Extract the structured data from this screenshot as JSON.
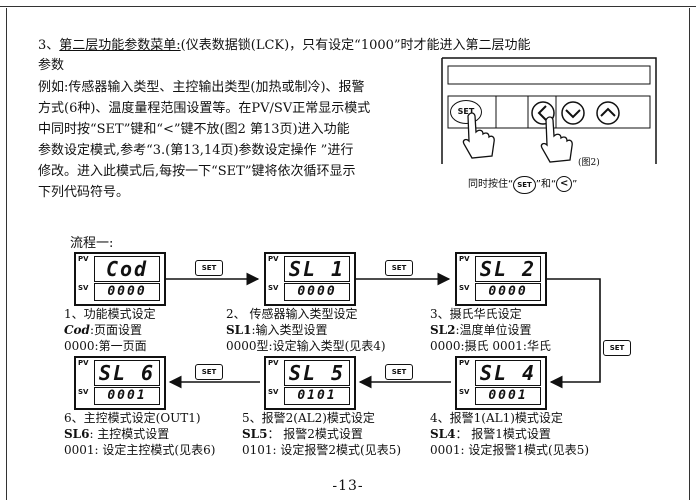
{
  "heading": {
    "number": "3、",
    "title": "第二层功能参数菜单:",
    "rest_line1": "(仪表数据锁(LCK)，只有设定“1000”时才能进入第二层功能",
    "rest_line2": "参数"
  },
  "paragraph_lines": [
    "例如:传感器输入类型、主控输出类型(加热或制冷)、报警",
    "方式(6种)、温度量程范围设置等。在PV/SV正常显示模式",
    "中同时按“SET”键和“<”键不放(图2 第13页)进入功能",
    "参数设定模式,参考“3.(第13,14页)参数设定操作 ”进行",
    "修改。进入此模式后,每按一下“SET”键将依次循环显示",
    "下列代码符号。"
  ],
  "figure": {
    "set_key": "SET",
    "caption": "(图2)",
    "instruction_pre": "同时按住“",
    "instruction_set": "SET",
    "instruction_mid": "”和“",
    "instruction_post": "”"
  },
  "flow": {
    "title": "流程一:",
    "set_label": "SET",
    "pv_tag": "PV",
    "sv_tag": "SV",
    "steps": [
      {
        "pv": "Cod",
        "sv": "0000",
        "l1": "1、功能模式设定",
        "l2_code": "Cod",
        "l2_rest": ":页面设置",
        "l3": "0000:第一页面"
      },
      {
        "pv": "SL 1",
        "sv": "0000",
        "l1": "2、 传感器输入类型设定",
        "l2_code": "SL1",
        "l2_rest": ":输入类型设置",
        "l3": "0000型:设定输入类型(见表4)"
      },
      {
        "pv": "SL 2",
        "sv": "0000",
        "l1": "3、摄氏华氏设定",
        "l2_code": "SL2",
        "l2_rest": ":温度单位设置",
        "l3": "0000:摄氏   0001:华氏"
      },
      {
        "pv": "SL 4",
        "sv": "0001",
        "l1": "4、报警1(AL1)模式设定",
        "l2_code": "SL4",
        "l2_rest": "： 报警1模式设置",
        "l3": "0001: 设定报警1模式(见表5)"
      },
      {
        "pv": "SL 5",
        "sv": "0101",
        "l1": "5、报警2(AL2)模式设定",
        "l2_code": "SL5",
        "l2_rest": "： 报警2模式设置",
        "l3": "0101: 设定报警2模式(见表5)"
      },
      {
        "pv": "SL 6",
        "sv": "0001",
        "l1": "6、主控模式设定(OUT1)",
        "l2_code": "SL6",
        "l2_rest": ": 主控模式设置",
        "l3": "0001: 设定主控模式(见表6)"
      }
    ]
  },
  "page_number": "-13-"
}
